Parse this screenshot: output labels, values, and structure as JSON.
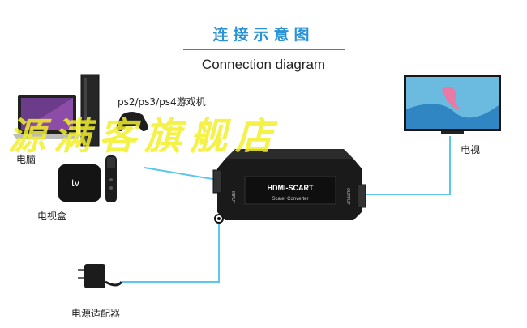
{
  "header": {
    "title_cn": "连接示意图",
    "title_en": "Connection diagram"
  },
  "devices": {
    "game_console": "ps2/ps3/ps4游戏机",
    "computer": "电脑",
    "tv_box": "电视盒",
    "apple_tv_logo": "tv",
    "tv": "电视",
    "power_adapter": "电源适配器"
  },
  "converter": {
    "name": "HDMI-SCART",
    "subtitle": "Scaler Converter",
    "input_label": "INPUT",
    "output_label": "OUTPUT"
  },
  "watermark": "源满客旗舰店",
  "colors": {
    "accent": "#2a93d5",
    "cable": "#5cc6ec",
    "watermark": "#f3ef2a",
    "device": "#1b1b1b"
  }
}
